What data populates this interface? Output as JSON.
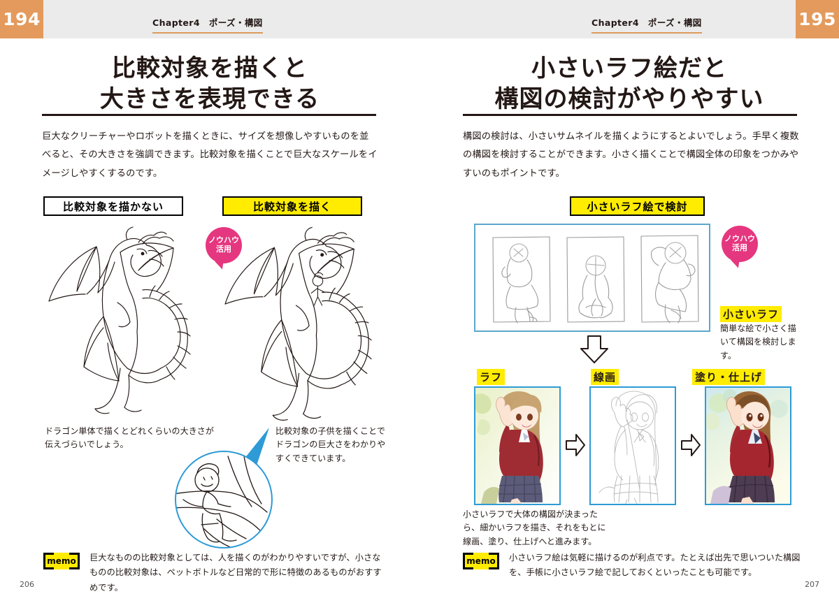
{
  "spread": {
    "left_page_tab": "194",
    "right_page_tab": "195",
    "running_head_left": "Chapter4　ポーズ・構図",
    "running_head_right": "Chapter4　ポーズ・構図",
    "folio_left": "206",
    "folio_right": "207",
    "accent_orange": "#e49a5c",
    "header_gray": "#ebebeb",
    "highlight_yellow": "#ffec00",
    "badge_pink": "#e5377f",
    "frame_blue": "#2e9bd6"
  },
  "left": {
    "title_line1": "比較対象を描くと",
    "title_line2": "大きさを表現できる",
    "body": "巨大なクリーチャーやロボットを描くときに、サイズを想像しやすいものを並べると、その大きさを強調できます。比較対象を描くことで巨大なスケールをイメージしやすくするのです。",
    "label_no_compare": "比較対象を描かない",
    "label_with_compare": "比較対象を描く",
    "knowhow_line1": "ノウハウ",
    "knowhow_line2": "活用",
    "caption_left": "ドラゴン単体で描くとどれくらいの大きさが伝えづらいでしょう。",
    "caption_right": "比較対象の子供を描くことでドラゴンの巨大さをわかりやすくできています。",
    "memo_label": "memo",
    "memo_text": "巨大なものの比較対象としては、人を描くのがわかりやすいですが、小さなものの比較対象は、ペットボトルなど日常的で形に特徴のあるものがおすすめです。"
  },
  "right": {
    "title_line1": "小さいラフ絵だと",
    "title_line2": "構図の検討がやりやすい",
    "body": "構図の検討は、小さいサムネイルを描くようにするとよいでしょう。手早く複数の構図を検討することができます。小さく描くことで構図全体の印象をつかみやすいのもポイントです。",
    "label_thumbnail_study": "小さいラフ絵で検討",
    "knowhow_line1": "ノウハウ",
    "knowhow_line2": "活用",
    "annot_title": "小さいラフ",
    "annot_text": "簡単な絵で小さく描いて構図を検討します。",
    "step_labels": [
      "ラフ",
      "線画",
      "塗り・仕上げ"
    ],
    "caption_steps": "小さいラフで大体の構図が決まったら、細かいラフを描き、それをもとに線画、塗り、仕上げへと進みます。",
    "memo_label": "memo",
    "memo_text": "小さいラフ絵は気軽に描けるのが利点です。たとえば出先で思いついた構図を、手帳に小さいラフ絵で記しておくといったことも可能です。"
  }
}
